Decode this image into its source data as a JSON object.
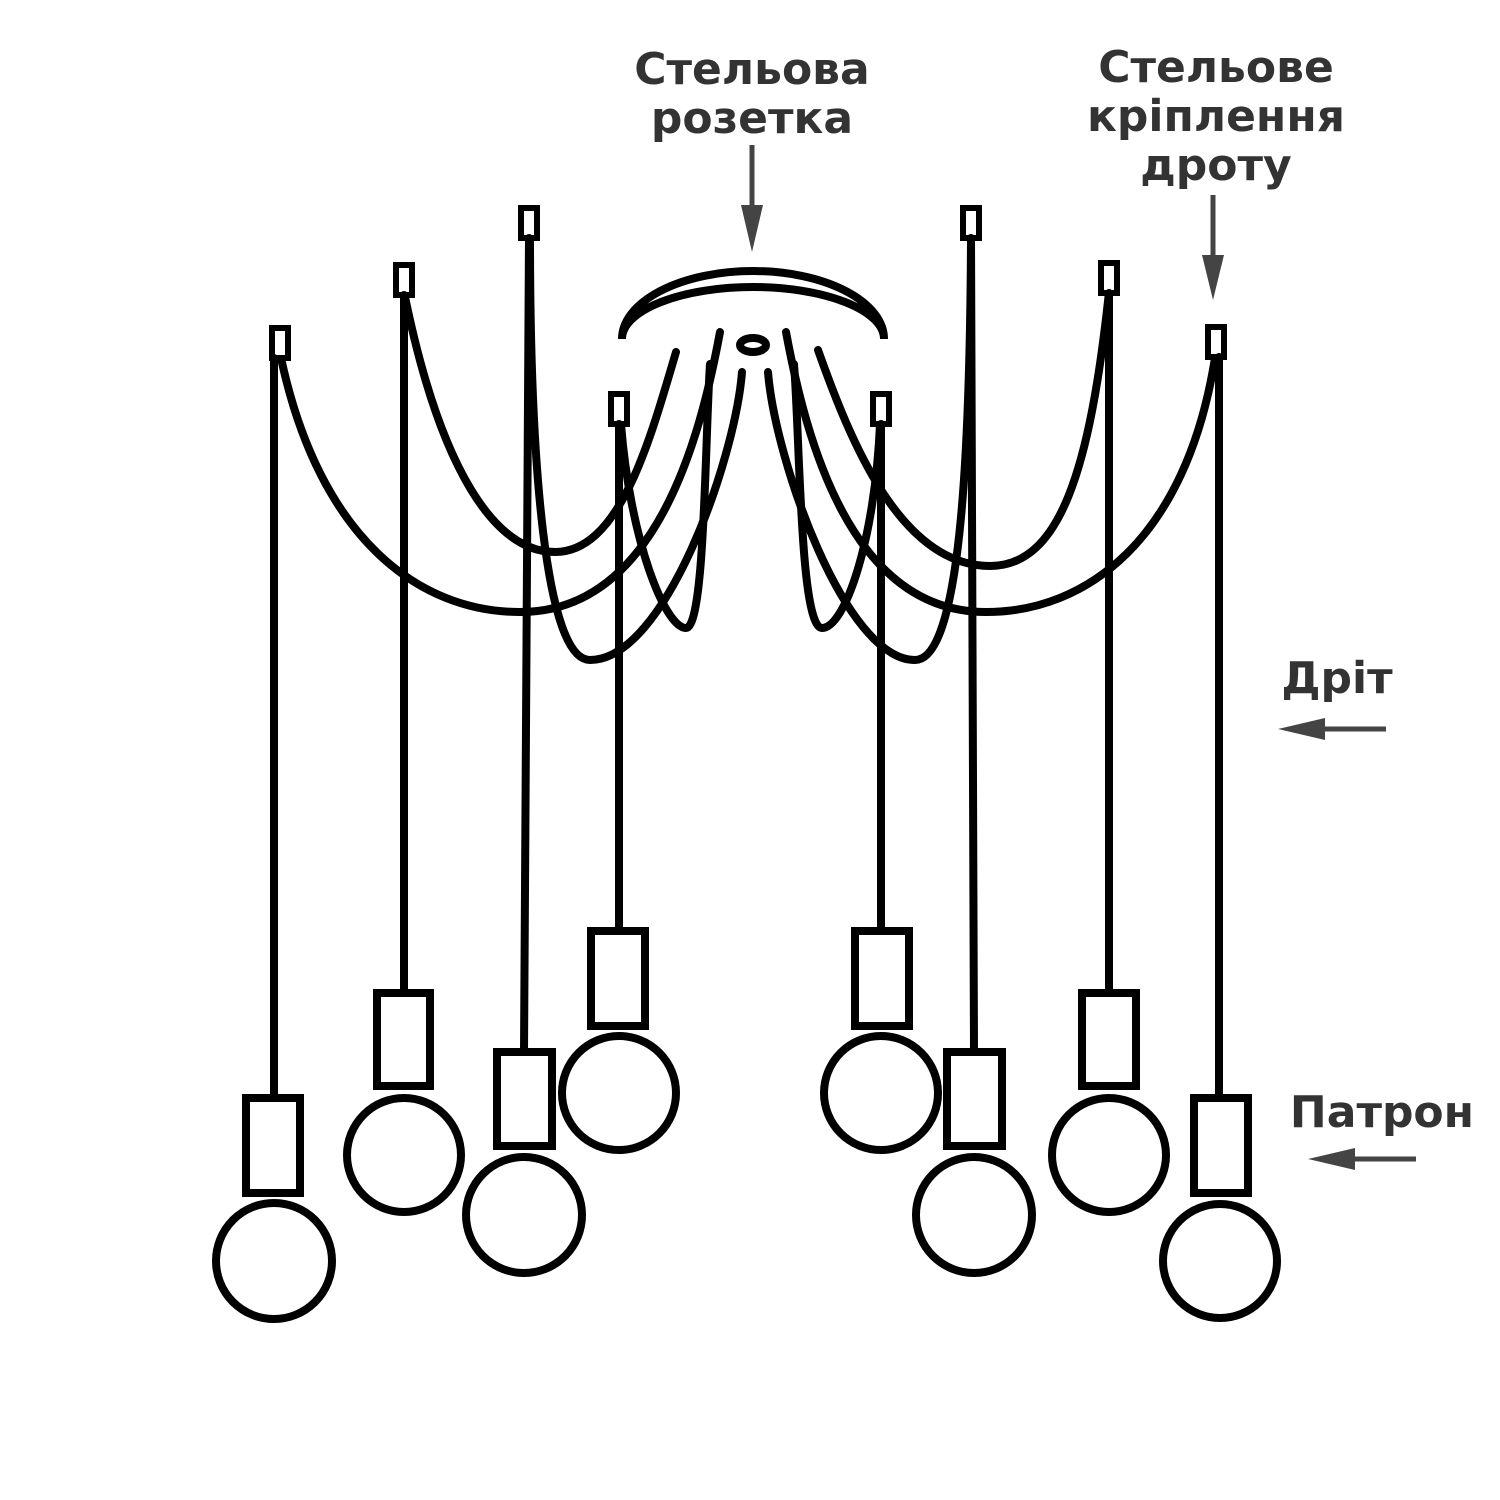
{
  "labels": {
    "ceiling_rosette": [
      "Стельова",
      "розетка"
    ],
    "wire_mount": [
      "Стельове",
      "кріплення",
      "дроту"
    ],
    "wire": "Дріт",
    "socket": "Патрон"
  },
  "colors": {
    "line": "#000000",
    "label": "#333333",
    "arrow": "#444444",
    "background": "#ffffff"
  },
  "components": [
    "ceiling-rosette",
    "ceiling-wire-mount",
    "wire",
    "lamp-socket",
    "bulb"
  ],
  "pendant_count": 8
}
